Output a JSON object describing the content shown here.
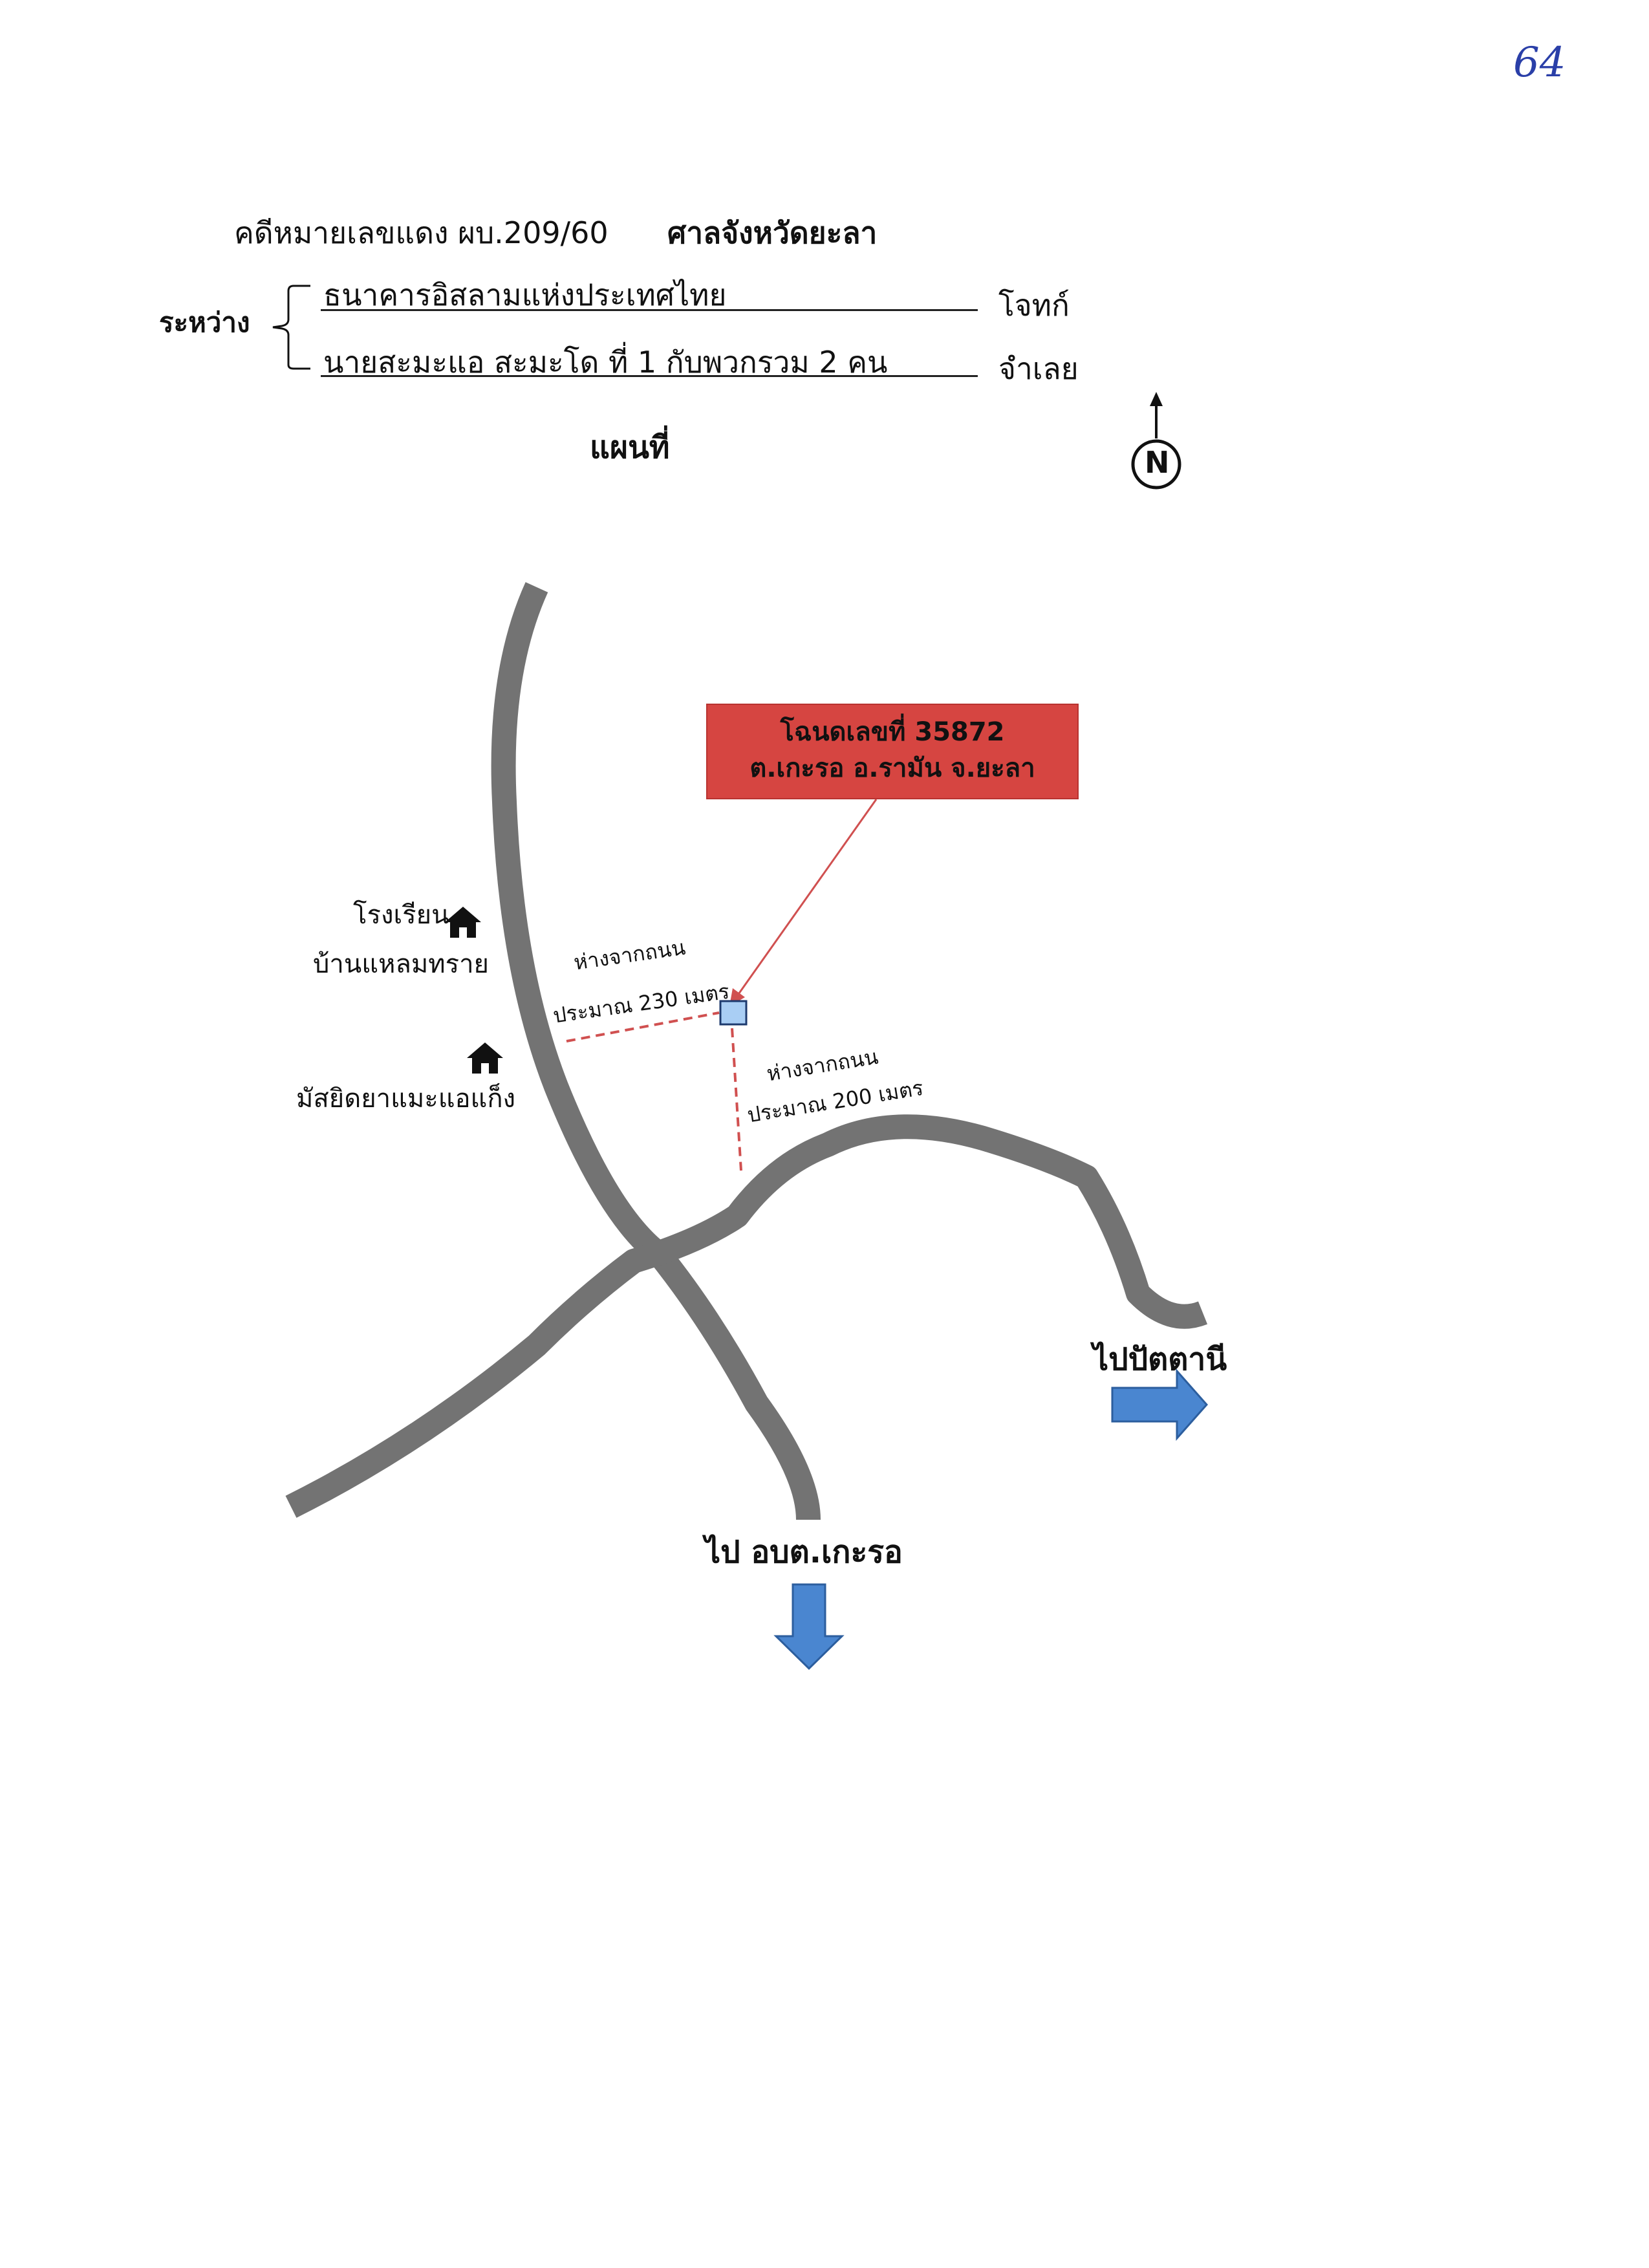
{
  "page_number": "64",
  "header": {
    "case_label": "คดีหมายเลขแดง ผบ.209/60",
    "court": "ศาลจังหวัดยะลา",
    "between_label": "ระหว่าง",
    "plaintiff_name": "ธนาคารอิสลามแห่งประเทศไทย",
    "plaintiff_role": "โจทก์",
    "defendant_name": "นายสะมะแอ  สะมะโด ที่ 1 กับพวกรวม 2 คน",
    "defendant_role": "จำเลย",
    "title": "แผนที่",
    "north_label": "N"
  },
  "map": {
    "deed_box": {
      "line1": "โฉนดเลขที่ 35872",
      "line2": "ต.เกะรอ  อ.รามัน  จ.ยะลา",
      "color": "#d64541"
    },
    "landmarks": [
      {
        "line1": "โรงเรียน",
        "line2": "บ้านแหลมทราย",
        "icon": "house-icon"
      },
      {
        "line1": "มัสยิดยาแมะแอแก็ง",
        "icon": "house-icon"
      }
    ],
    "distance_west": {
      "line1": "ห่างจากถนน",
      "line2": "ประมาณ 230 เมตร"
    },
    "distance_south": {
      "line1": "ห่างจากถนน",
      "line2": "ประมาณ 200 เมตร"
    },
    "destinations": {
      "east": "ไปปัตตานี",
      "south": "ไป อบต.เกะรอ"
    },
    "colors": {
      "road": "#737373",
      "arrow": "#4a86d0",
      "parcel": "#a9cef4",
      "leader": "#d05050"
    }
  }
}
